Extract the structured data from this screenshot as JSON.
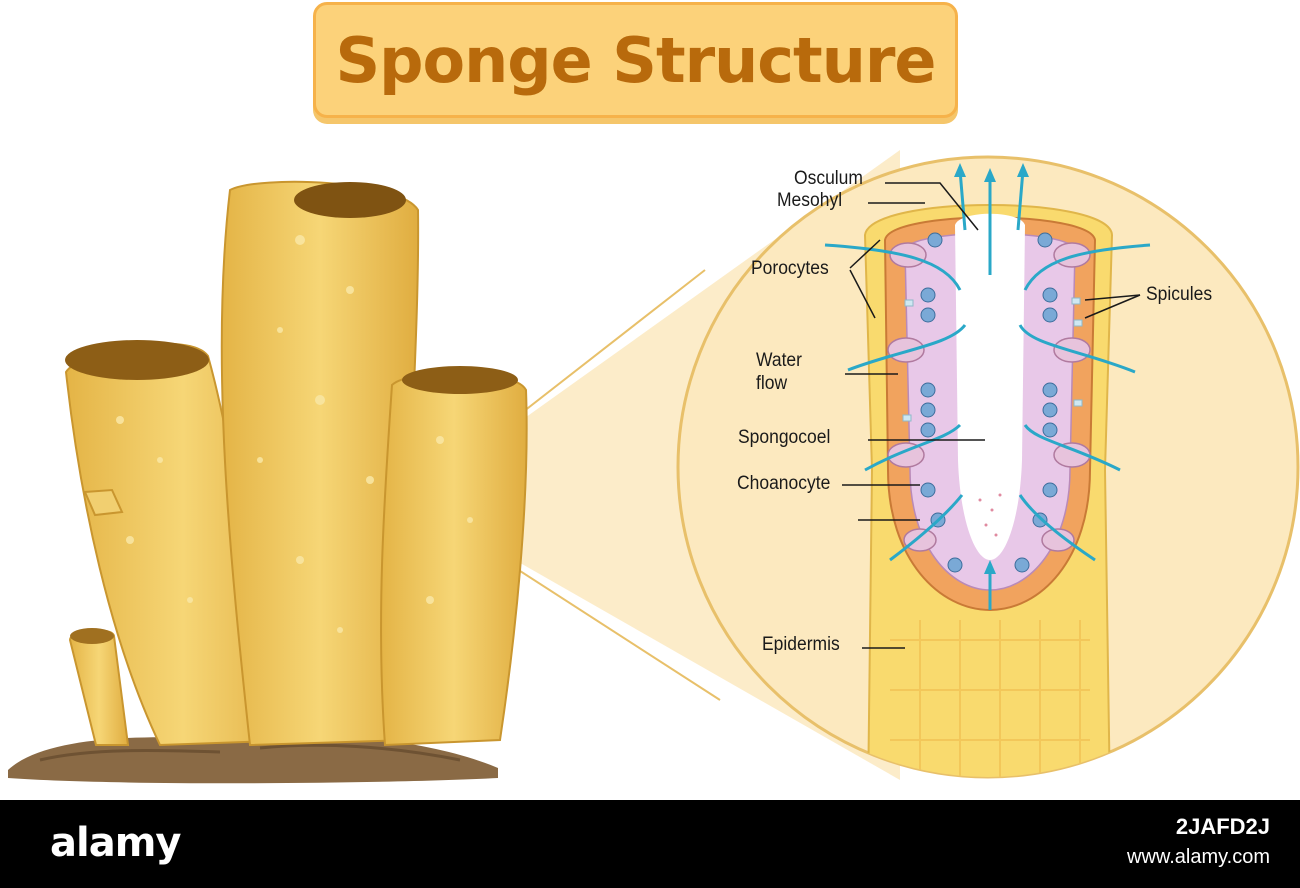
{
  "title": "Sponge Structure",
  "labels": {
    "osculum": "Osculum",
    "mesohyl": "Mesohyl",
    "porocytes": "Porocytes",
    "water_flow_1": "Water",
    "water_flow_2": "flow",
    "spongocoel": "Spongocoel",
    "choanocyte": "Choanocyte",
    "epidermis": "Epidermis",
    "spicules": "Spicules"
  },
  "footer": {
    "logo": "alamy",
    "image_id": "2JAFD2J",
    "site": "www.alamy.com"
  },
  "colors": {
    "sponge_body": "#f3cf6a",
    "sponge_shadow": "#d9a93e",
    "title_fill": "#fcd27a",
    "title_text": "#b86a0c",
    "water_flow": "#2aa8c8",
    "choanocyte": "#7aa9d6",
    "ground": "#8a6a45"
  }
}
